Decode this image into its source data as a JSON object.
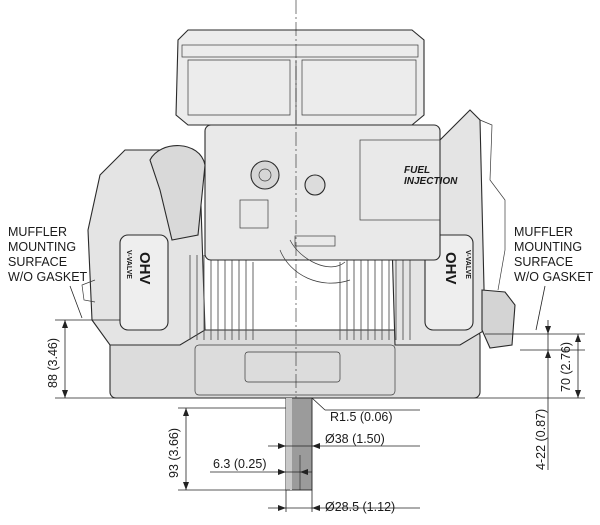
{
  "labels": {
    "left_muffler": [
      "MUFFLER",
      "MOUNTING",
      "SURFACE",
      "W/O GASKET"
    ],
    "right_muffler": [
      "MUFFLER",
      "MOUNTING",
      "SURFACE",
      "W/O GASKET"
    ],
    "fuel_injection": [
      "FUEL",
      "INJECTION"
    ],
    "valve_left": "OHV",
    "valve_right": "OHV",
    "vvalve": "V-VALVE"
  },
  "dimensions": {
    "left_height": "88 (3.46)",
    "shaft_length": "93 (3.66)",
    "keyway": "6.3 (0.25)",
    "fillet": "R1.5 (0.06)",
    "shaft_dia_upper": "Ø38 (1.50)",
    "shaft_dia_lower": "Ø28.5 (1.12)",
    "right_height": "70 (2.76)",
    "mount_range": "4-22 (0.87)"
  },
  "colors": {
    "line": "#222222",
    "engine_fill": "#e6e6e6",
    "engine_shade": "#cfcfcf",
    "engine_dark": "#9a9a9a"
  }
}
